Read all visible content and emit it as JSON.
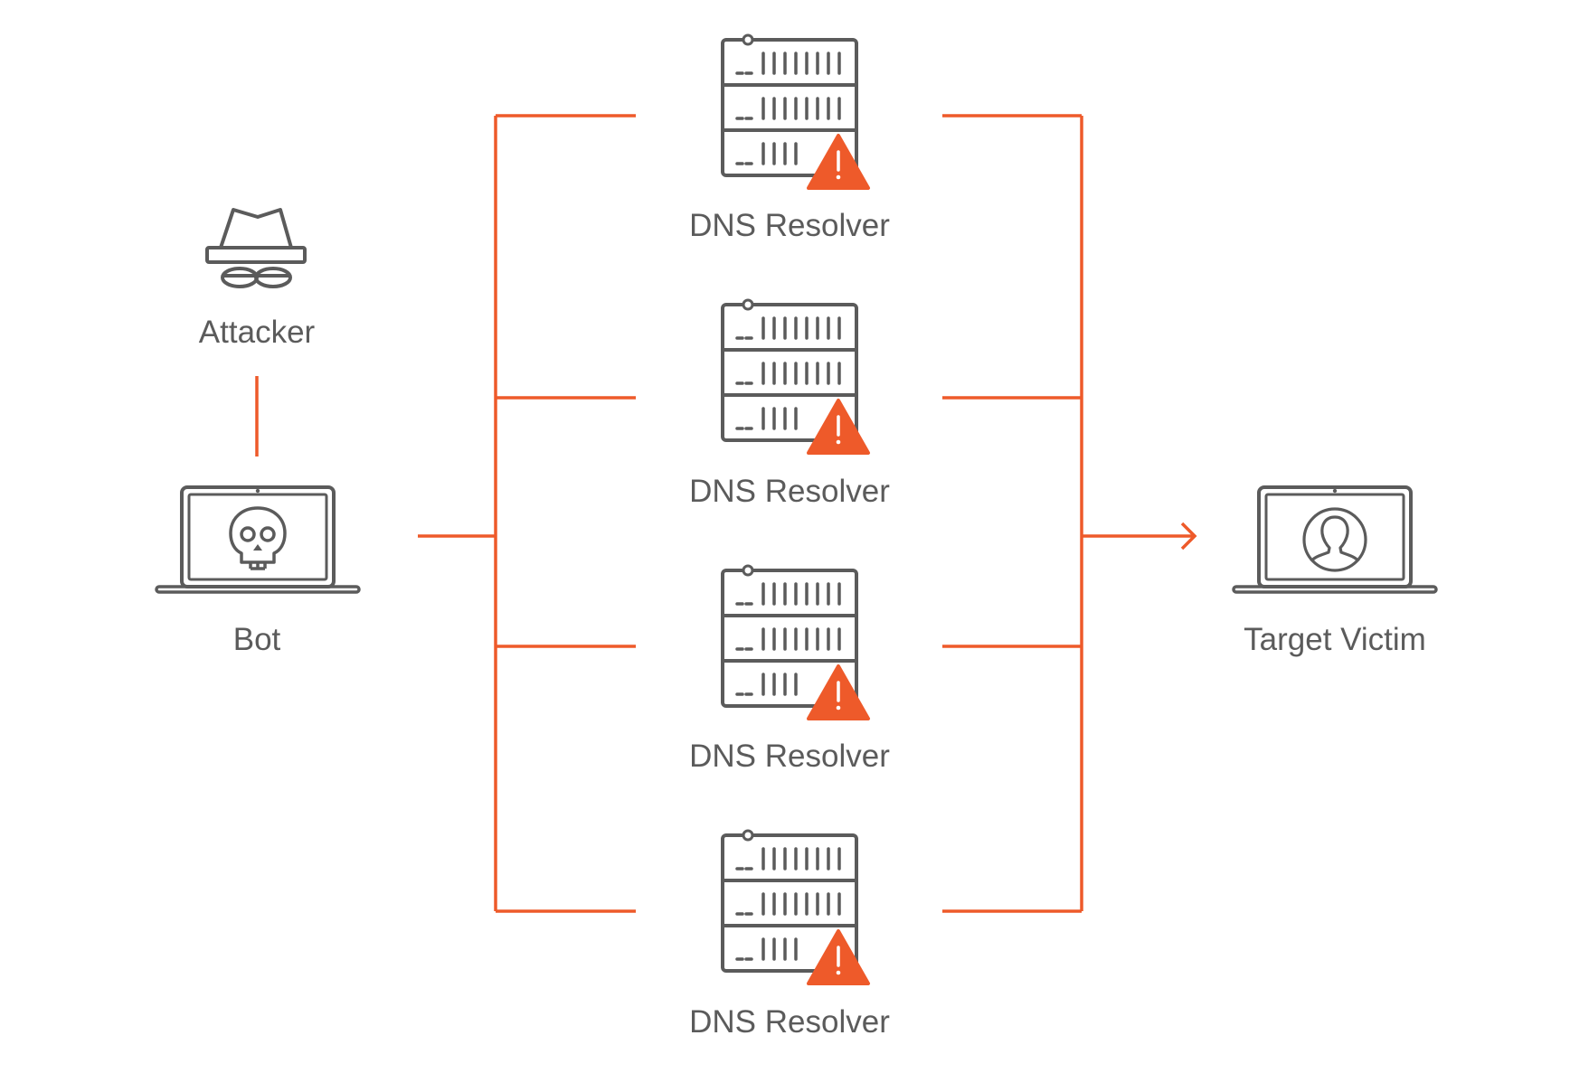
{
  "diagram": {
    "attacker": {
      "label": "Attacker",
      "icon": "spy-icon"
    },
    "bot": {
      "label": "Bot",
      "icon": "skull-laptop-icon"
    },
    "resolvers": [
      {
        "label": "DNS Resolver",
        "icon": "server-warning-icon"
      },
      {
        "label": "DNS Resolver",
        "icon": "server-warning-icon"
      },
      {
        "label": "DNS Resolver",
        "icon": "server-warning-icon"
      },
      {
        "label": "DNS Resolver",
        "icon": "server-warning-icon"
      }
    ],
    "victim": {
      "label": "Target Victim",
      "icon": "user-laptop-icon"
    },
    "colors": {
      "connector": "#ee5a2a",
      "icon_stroke": "#5b5b5b",
      "warning": "#ee5a2a",
      "label": "#5b5b5b"
    }
  }
}
